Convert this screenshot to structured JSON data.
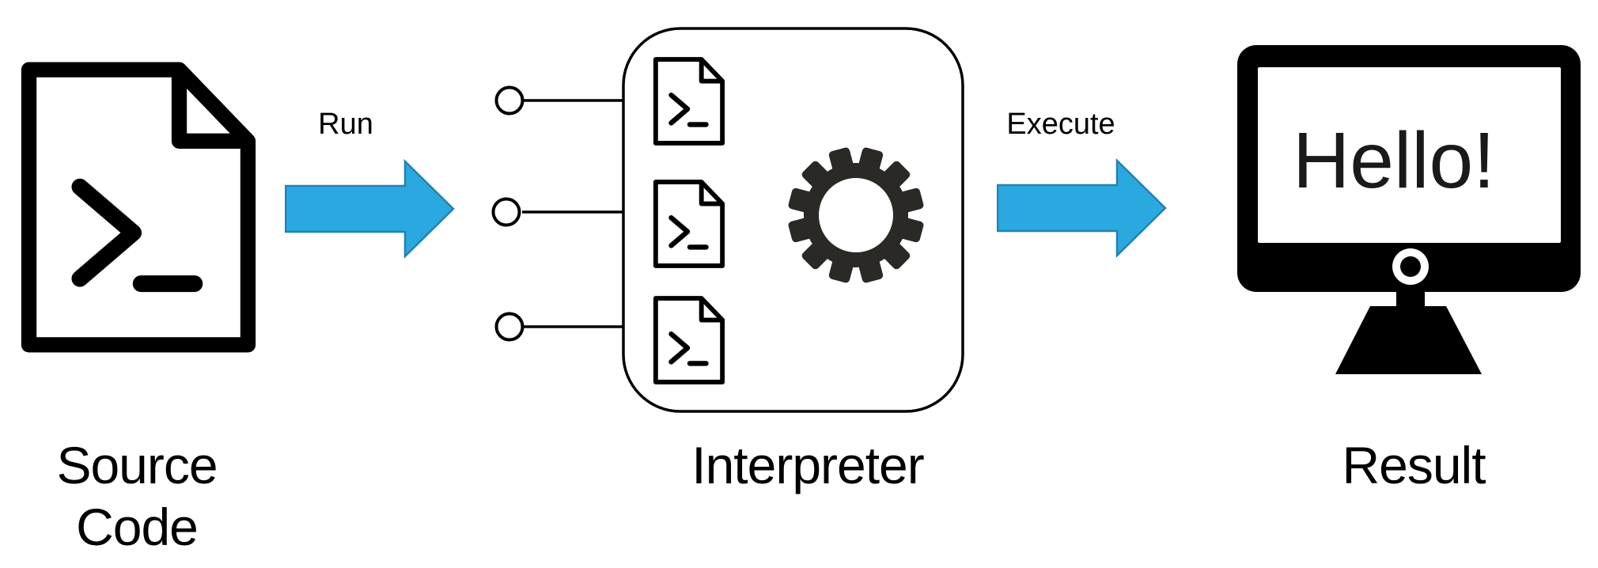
{
  "colors": {
    "background": "#ffffff",
    "ink": "#000000",
    "gear": "#2b2926",
    "arrow_fill": "#29a9e0",
    "arrow_stroke": "#2381b5",
    "screen_text": "#1a1a1a"
  },
  "flow": {
    "source": {
      "label_lines": [
        "Source",
        "Code"
      ],
      "icon": "terminal-file-icon"
    },
    "run_arrow": {
      "label": "Run",
      "icon": "block-arrow-right-icon"
    },
    "interpreter": {
      "label": "Interpreter",
      "icon": "gear-icon",
      "script_icons": [
        "terminal-file-icon",
        "terminal-file-icon",
        "terminal-file-icon"
      ],
      "input_ports": 3
    },
    "execute_arrow": {
      "label": "Execute",
      "icon": "block-arrow-right-icon"
    },
    "result": {
      "label": "Result",
      "icon": "monitor-icon",
      "screen_text": "Hello!"
    }
  }
}
